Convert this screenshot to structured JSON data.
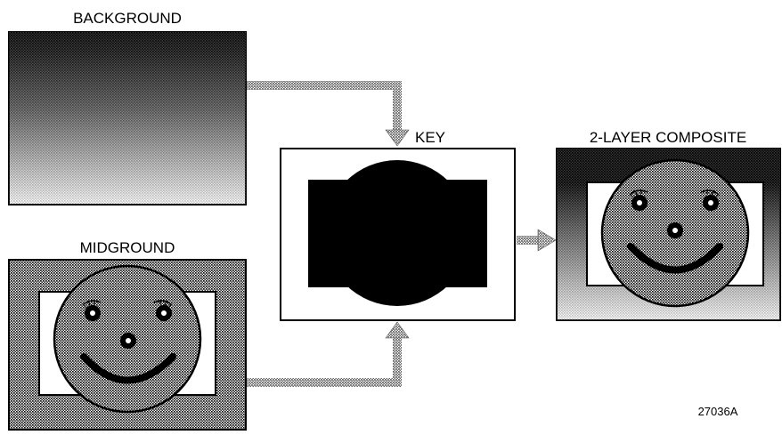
{
  "panels": {
    "background": {
      "label": "BACKGROUND"
    },
    "midground": {
      "label": "MIDGROUND"
    },
    "key": {
      "label": "KEY"
    },
    "composite": {
      "label": "2-LAYER COMPOSITE"
    }
  },
  "figure_number": "27036A",
  "colors": {
    "ink": "#000000",
    "paper": "#ffffff",
    "halftone_gray": "#9a9a9a",
    "arrow_gray": "#a8a8a8"
  }
}
